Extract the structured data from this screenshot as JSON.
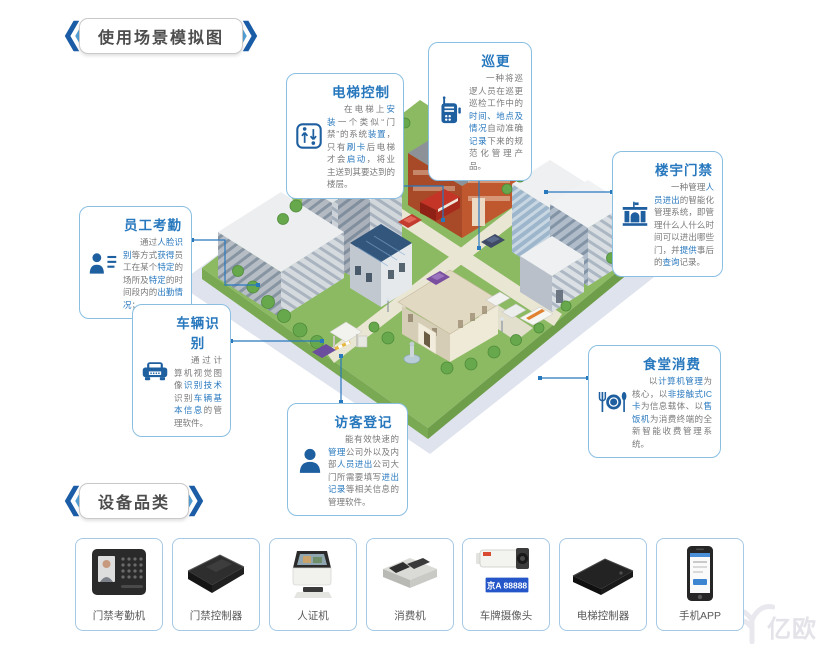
{
  "banners": {
    "scene": "使用场景模拟图",
    "devices": "设备品类"
  },
  "colors": {
    "accent": "#2878be",
    "icon_blue": "#1e5fa0",
    "callout_border": "#8abfe2",
    "body_text": "#7a7a7a",
    "banner_dark": "#1b5ca6",
    "banner_light": "#54a1d8",
    "platform_green": "#8cba62",
    "platform_skirt": "#dfe3ee",
    "plate_blue": "#2456c9"
  },
  "callouts": {
    "elevator": {
      "title": "电梯控制",
      "icon": "elevator-icon",
      "parts": [
        [
          "在电梯上",
          "g"
        ],
        [
          "安装",
          "b"
        ],
        [
          "一个类似“门禁”的系统",
          "g"
        ],
        [
          "装置",
          "b"
        ],
        [
          "，只有",
          "g"
        ],
        [
          "刷卡",
          "b"
        ],
        [
          "后电梯才会",
          "g"
        ],
        [
          "启动",
          "b"
        ],
        [
          "，将业主送到其要达到的楼层。",
          "g"
        ]
      ]
    },
    "patrol": {
      "title": "巡更",
      "icon": "patrol-icon",
      "parts": [
        [
          "一种将巡逻人员在巡更巡检工作中的",
          "g"
        ],
        [
          "时间、地点及情况",
          "b"
        ],
        [
          "自动准确",
          "g"
        ],
        [
          "记录",
          "b"
        ],
        [
          "下来的规范化管理产品。",
          "g"
        ]
      ]
    },
    "building_access": {
      "title": "楼宇门禁",
      "icon": "building-access-icon",
      "parts": [
        [
          "一种管理",
          "g"
        ],
        [
          "人员进出",
          "b"
        ],
        [
          "的智能化管理系统，即管理什么人什么时间可以进出哪些门，并",
          "g"
        ],
        [
          "提供",
          "b"
        ],
        [
          "事后的",
          "g"
        ],
        [
          "查询",
          "b"
        ],
        [
          "记录。",
          "g"
        ]
      ]
    },
    "attendance": {
      "title": "员工考勤",
      "icon": "attendance-icon",
      "parts": [
        [
          "通过",
          "g"
        ],
        [
          "人脸识别",
          "b"
        ],
        [
          "等方式",
          "g"
        ],
        [
          "获得",
          "b"
        ],
        [
          "员工在某个",
          "g"
        ],
        [
          "特定",
          "b"
        ],
        [
          "的场所及",
          "g"
        ],
        [
          "特定",
          "b"
        ],
        [
          "的时间段内的",
          "g"
        ],
        [
          "出勤情况",
          "b"
        ],
        [
          "；",
          "g"
        ]
      ]
    },
    "vehicle": {
      "title": "车辆识别",
      "icon": "vehicle-icon",
      "parts": [
        [
          "通过计算机视觉图像",
          "g"
        ],
        [
          "识别技术",
          "b"
        ],
        [
          "识别",
          "g"
        ],
        [
          "车辆基本信息",
          "b"
        ],
        [
          "的管理软件。",
          "g"
        ]
      ]
    },
    "canteen": {
      "title": "食堂消费",
      "icon": "canteen-icon",
      "parts": [
        [
          "以",
          "g"
        ],
        [
          "计算机管理",
          "b"
        ],
        [
          "为核心，以",
          "g"
        ],
        [
          "非接触式IC卡",
          "b"
        ],
        [
          "为信息载体、以",
          "g"
        ],
        [
          "售饭机",
          "b"
        ],
        [
          "为消费终端的全新智能收费管理系统。",
          "g"
        ]
      ]
    },
    "visitor": {
      "title": "访客登记",
      "icon": "visitor-icon",
      "parts": [
        [
          "能有效快速的",
          "g"
        ],
        [
          "管理",
          "b"
        ],
        [
          "公司外以及内部",
          "g"
        ],
        [
          "人员进出",
          "b"
        ],
        [
          "公司大门所需要填写",
          "g"
        ],
        [
          "进出记录",
          "b"
        ],
        [
          "等相关信息的管理软件。",
          "g"
        ]
      ]
    }
  },
  "products": [
    {
      "label": "门禁考勤机",
      "icon": "attendance-machine"
    },
    {
      "label": "门禁控制器",
      "icon": "access-controller"
    },
    {
      "label": "人证机",
      "icon": "id-verification-machine"
    },
    {
      "label": "消费机",
      "icon": "consumption-machine"
    },
    {
      "label": "车牌摄像头",
      "icon": "plate-camera"
    },
    {
      "label": "电梯控制器",
      "icon": "elevator-controller"
    },
    {
      "label": "手机APP",
      "icon": "mobile-app"
    }
  ],
  "license_plate": "京A 88888",
  "watermark": "亿欧"
}
